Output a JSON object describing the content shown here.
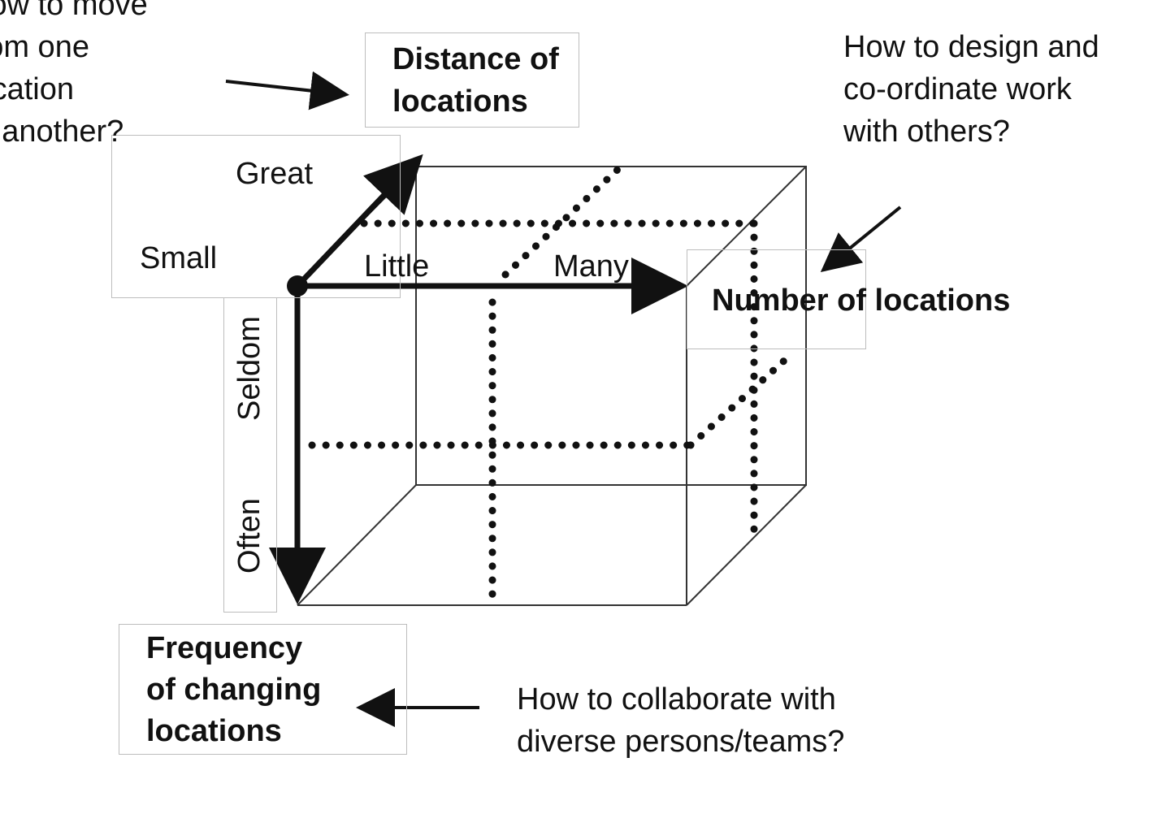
{
  "questions": {
    "move": [
      "How to move",
      "from one",
      "location",
      "to another?"
    ],
    "design": [
      "How to design and",
      "co-ordinate work",
      "with others?"
    ],
    "collaborate": [
      "How to collaborate with",
      "diverse persons/teams?"
    ]
  },
  "dimensions": {
    "distance": [
      "Distance of",
      "locations"
    ],
    "number": "Number of locations",
    "frequency": [
      "Frequency",
      "of changing",
      "locations"
    ]
  },
  "scale_labels": {
    "great": "Great",
    "small": "Small",
    "little": "Little",
    "many": "Many",
    "seldom": "Seldom",
    "often": "Often"
  }
}
